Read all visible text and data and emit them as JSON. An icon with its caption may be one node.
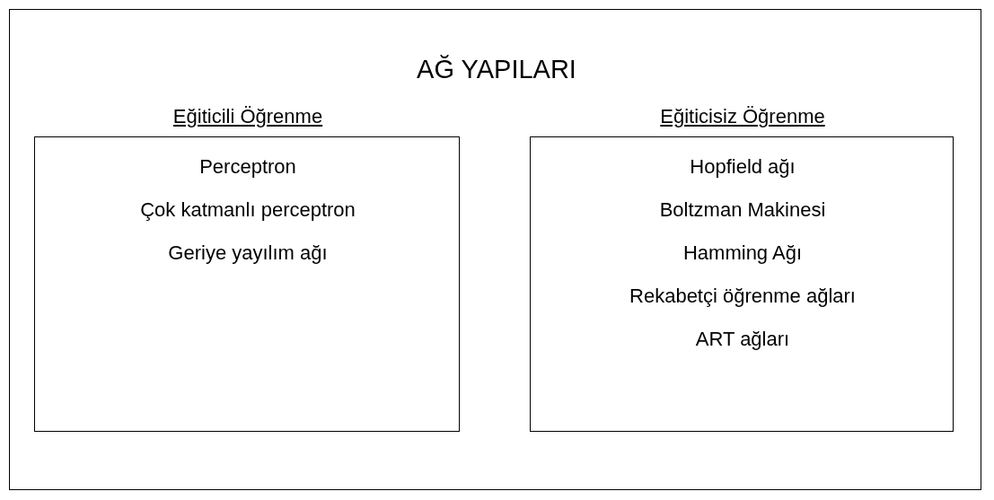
{
  "diagram": {
    "title": "AĞ YAPILARI",
    "nodes": [
      {
        "text": [
          "Eğiticili Öğrenme",
          "Perceptron",
          "Çok katmanlı perceptron",
          "Geriye yayılım ağı"
        ]
      },
      {
        "text": [
          "Eğiticisiz Öğrenme",
          "Hopfield ağı",
          "Boltzman Makinesi",
          "Hamming Ağı",
          "Rekabetçi öğrenme ağları",
          "ART ağları"
        ]
      }
    ]
  }
}
